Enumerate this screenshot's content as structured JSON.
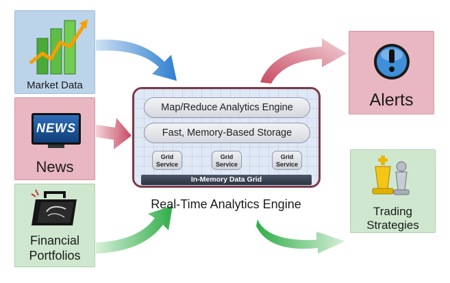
{
  "inputs": {
    "market_data": "Market Data",
    "news": "News",
    "news_logo": "NEWS",
    "financial": "Financial",
    "portfolios": "Portfolios"
  },
  "engine": {
    "map_reduce": "Map/Reduce Analytics Engine",
    "storage": "Fast, Memory-Based Storage",
    "grid_service_line1": "Grid",
    "grid_service_line2": "Service",
    "data_grid": "In-Memory Data Grid",
    "title": "Real-Time Analytics Engine"
  },
  "outputs": {
    "alerts": "Alerts",
    "trading": "Trading",
    "strategies": "Strategies"
  },
  "colors": {
    "blue_box": "#bcd4ea",
    "pink_box": "#e9b7c1",
    "green_box": "#cfe7cf",
    "engine_border": "#7b3a47",
    "engine_bg": "#dfe8f5",
    "arrow_blue": "#2f7fd0",
    "arrow_pink": "#c94a63",
    "arrow_green": "#2fae48"
  }
}
